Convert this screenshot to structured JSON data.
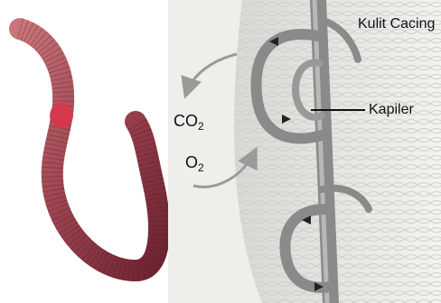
{
  "labels": {
    "skin": "Kulit Cacing",
    "capillary": "Kapiler",
    "co2_main": "CO",
    "co2_sub": "2",
    "o2_main": "O",
    "o2_sub": "2"
  },
  "colors": {
    "worm_dark": "#6d2330",
    "worm_mid": "#9c4450",
    "worm_light": "#c8767a",
    "clitellum": "#d9364a",
    "skin_texture": "#e9e9e6",
    "vessel": "#8a8a8a",
    "vessel_highlight": "#b8b8b8",
    "arrow": "#222222"
  }
}
